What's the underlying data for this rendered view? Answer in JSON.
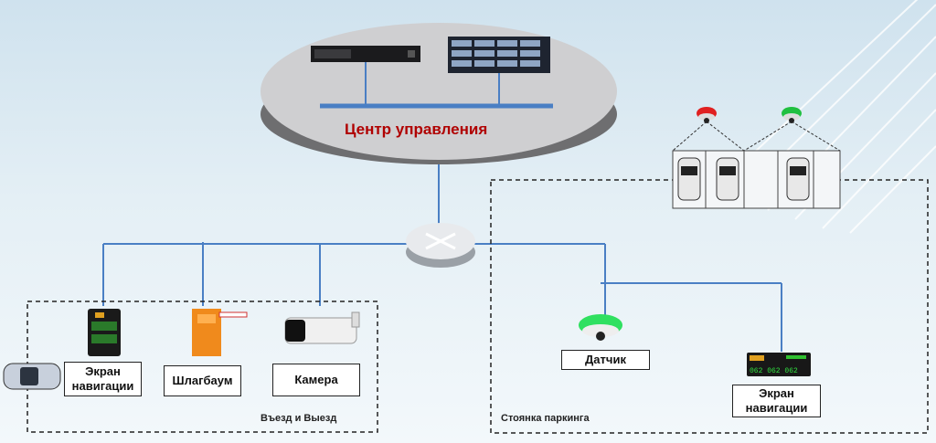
{
  "control_center": {
    "title": "Центр управления"
  },
  "entry_zone": {
    "label": "Въезд и Выезд",
    "devices": [
      {
        "label": "Экран\nнавигации"
      },
      {
        "label": "Шлагбаум"
      },
      {
        "label": "Камера"
      }
    ]
  },
  "parking_zone": {
    "label": "Стоянка паркинга",
    "devices": [
      {
        "label": "Датчик"
      },
      {
        "label": "Экран\nнавигации"
      }
    ]
  },
  "display_digits": "062 062 062",
  "colors": {
    "line": "#4a7fc4",
    "center_title": "#b00000",
    "sensor_red": "#e02020",
    "sensor_green": "#20c040"
  }
}
